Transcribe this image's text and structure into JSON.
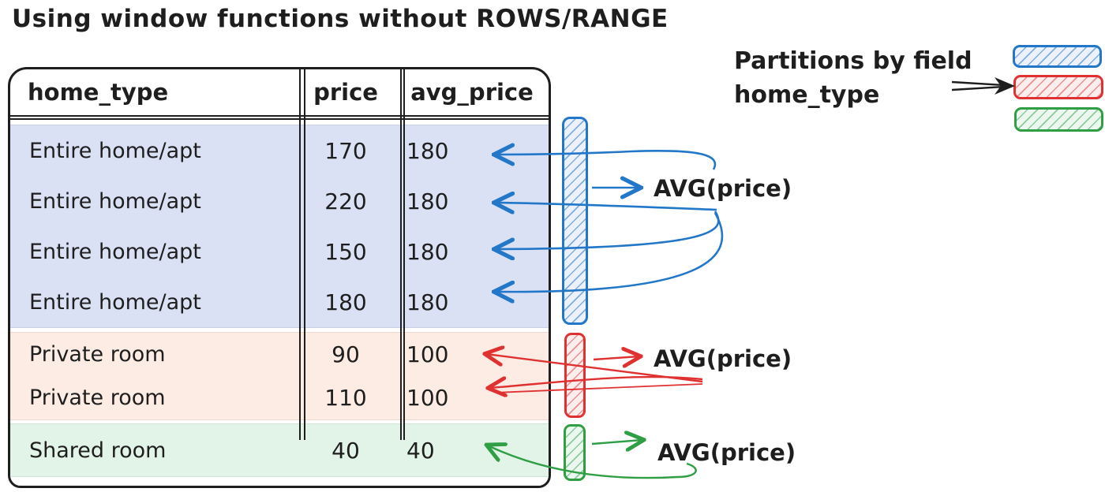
{
  "title": "Using window functions without ROWS/RANGE",
  "table": {
    "headers": [
      "home_type",
      "price",
      "avg_price"
    ],
    "sections": [
      {
        "partition": "Entire home/apt",
        "color": "#2277c8",
        "rows": [
          {
            "home_type": "Entire home/apt",
            "price": "170",
            "avg_price": "180"
          },
          {
            "home_type": "Entire home/apt",
            "price": "220",
            "avg_price": "180"
          },
          {
            "home_type": "Entire home/apt",
            "price": "150",
            "avg_price": "180"
          },
          {
            "home_type": "Entire home/apt",
            "price": "180",
            "avg_price": "180"
          }
        ]
      },
      {
        "partition": "Private room",
        "color": "#e03131",
        "rows": [
          {
            "home_type": "Private room",
            "price": "90",
            "avg_price": "100"
          },
          {
            "home_type": "Private room",
            "price": "110",
            "avg_price": "100"
          }
        ]
      },
      {
        "partition": "Shared room",
        "color": "#2f9e44",
        "rows": [
          {
            "home_type": "Shared room",
            "price": "40",
            "avg_price": "40"
          }
        ]
      }
    ]
  },
  "labels": {
    "avg_blue": "AVG(price)",
    "avg_red": "AVG(price)",
    "avg_green": "AVG(price)",
    "partition_note_line1": "Partitions by field",
    "partition_note_line2": "home_type"
  },
  "colors": {
    "ink": "#1e1e1e",
    "blue": "#2277c8",
    "red": "#e03131",
    "green": "#2f9e44",
    "blue_row_bg": "#dbe1f5",
    "pink_row_bg": "#fcece4",
    "green_row_bg": "#e2f3e7"
  }
}
